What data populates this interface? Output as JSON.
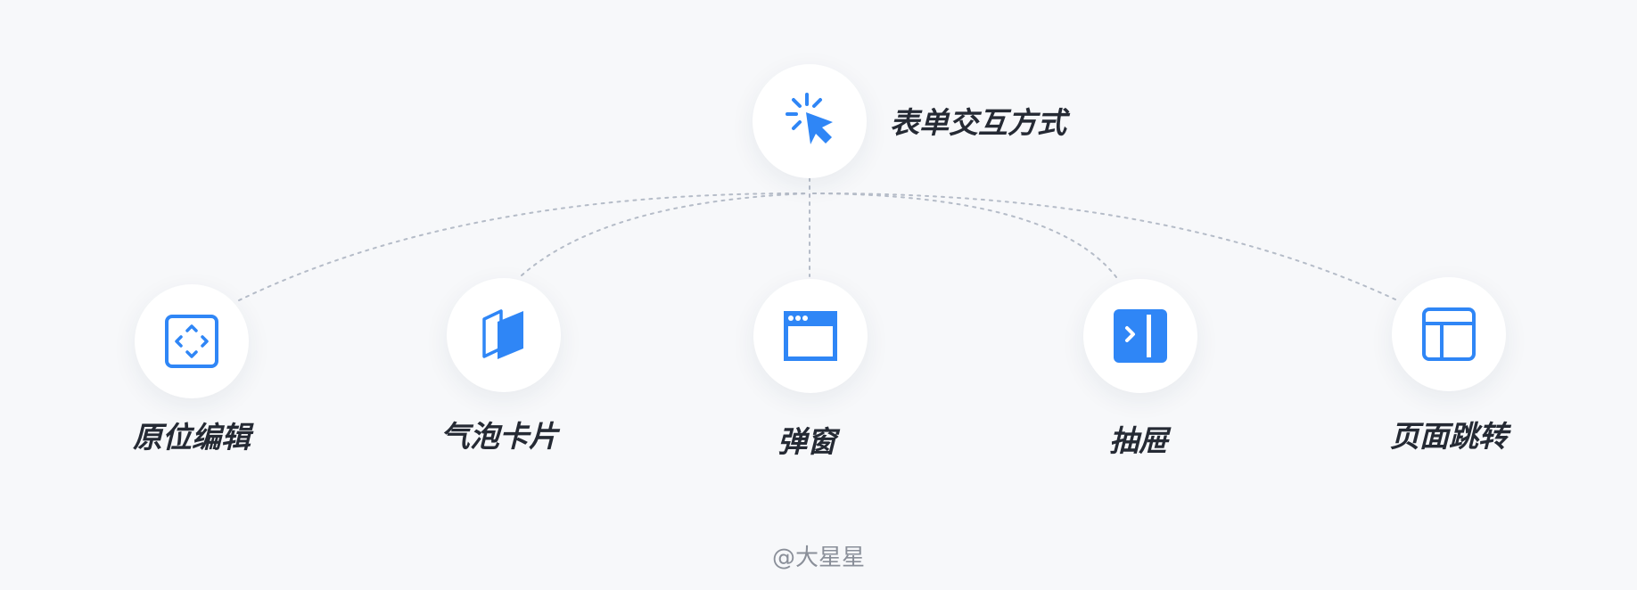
{
  "root": {
    "label": "表单交互方式",
    "icon": "cursor-click-icon"
  },
  "nodes": [
    {
      "label": "原位编辑",
      "icon": "inline-edit-frame-icon"
    },
    {
      "label": "气泡卡片",
      "icon": "bubble-card-icon"
    },
    {
      "label": "弹窗",
      "icon": "modal-window-icon"
    },
    {
      "label": "抽屉",
      "icon": "drawer-panel-icon"
    },
    {
      "label": "页面跳转",
      "icon": "page-layout-icon"
    }
  ],
  "watermark": "@大星星",
  "colors": {
    "background": "#f7f8fa",
    "accent": "#2f86f6",
    "text": "#252a34",
    "connector": "#b5bcc8",
    "watermark": "#8a8f99"
  }
}
